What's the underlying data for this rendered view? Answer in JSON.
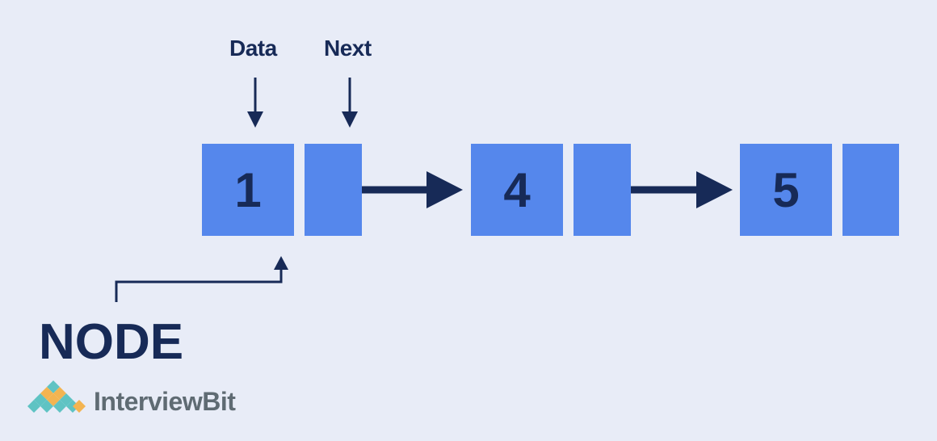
{
  "labels": {
    "data_field": "Data",
    "next_field": "Next",
    "node_title": "NODE"
  },
  "nodes": [
    {
      "value": "1"
    },
    {
      "value": "4"
    },
    {
      "value": "5"
    }
  ],
  "brand": {
    "name": "InterviewBit",
    "logo_icon": "interviewbit-diamond-logo"
  },
  "colors": {
    "background": "#e8ecf7",
    "cell_fill": "#5587ec",
    "ink": "#172a57",
    "logo_teal": "#5fc3c3",
    "logo_orange": "#f3b451",
    "brand_text": "#5f6b73"
  }
}
